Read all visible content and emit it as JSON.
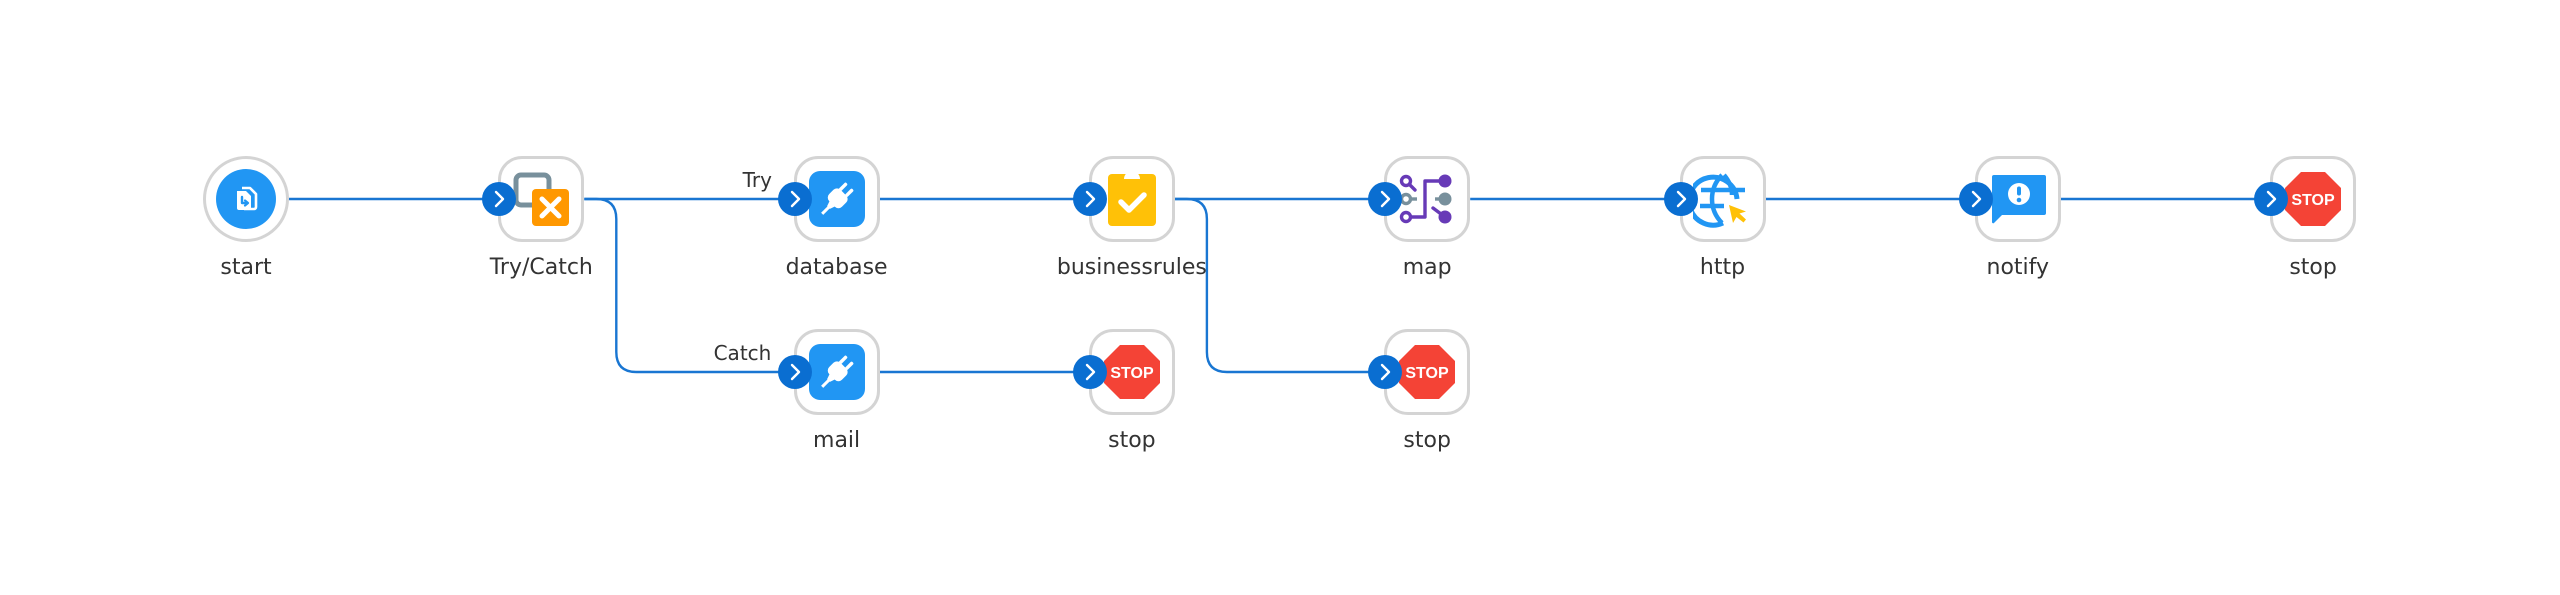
{
  "colors": {
    "edge": "#1976d2",
    "handle": "#0a6ed1",
    "node_border": "#d4d4d4",
    "label_text": "#333333",
    "start_blue": "#2196f3",
    "trycatch_gray": "#78909c",
    "trycatch_orange": "#ff9800",
    "plug_blue": "#2196f3",
    "rules_yellow": "#ffc107",
    "map_purple": "#673ab7",
    "map_gray": "#78909c",
    "http_blue": "#2196f3",
    "http_cursor": "#ffc107",
    "notify_blue": "#2196f3",
    "stop_red": "#f44336"
  },
  "nodes": [
    {
      "id": "start",
      "label": "start",
      "icon": "start-file-icon",
      "row": 0,
      "col": 0,
      "shape": "circle",
      "has_input": false
    },
    {
      "id": "trycatch",
      "label": "Try/Catch",
      "icon": "try-catch-icon",
      "row": 0,
      "col": 1,
      "shape": "rounded",
      "has_input": true
    },
    {
      "id": "database",
      "label": "database",
      "icon": "plug-icon",
      "row": 0,
      "col": 2,
      "shape": "rounded",
      "has_input": true
    },
    {
      "id": "businessrules",
      "label": "businessrules",
      "icon": "clipboard-check-icon",
      "row": 0,
      "col": 3,
      "shape": "rounded",
      "has_input": true
    },
    {
      "id": "map",
      "label": "map",
      "icon": "map-icon",
      "row": 0,
      "col": 4,
      "shape": "rounded",
      "has_input": true
    },
    {
      "id": "http",
      "label": "http",
      "icon": "globe-cursor-icon",
      "row": 0,
      "col": 5,
      "shape": "rounded",
      "has_input": true
    },
    {
      "id": "notify",
      "label": "notify",
      "icon": "alert-message-icon",
      "row": 0,
      "col": 6,
      "shape": "rounded",
      "has_input": true
    },
    {
      "id": "stop1",
      "label": "stop",
      "icon": "stop-sign-icon",
      "row": 0,
      "col": 7,
      "shape": "rounded",
      "has_input": true
    },
    {
      "id": "mail",
      "label": "mail",
      "icon": "plug-icon",
      "row": 1,
      "col": 2,
      "shape": "rounded",
      "has_input": true
    },
    {
      "id": "stop2",
      "label": "stop",
      "icon": "stop-sign-icon",
      "row": 1,
      "col": 3,
      "shape": "rounded",
      "has_input": true
    },
    {
      "id": "stop3",
      "label": "stop",
      "icon": "stop-sign-icon",
      "row": 1,
      "col": 4,
      "shape": "rounded",
      "has_input": true
    }
  ],
  "edges": [
    {
      "from": "start",
      "to": "trycatch",
      "label": ""
    },
    {
      "from": "trycatch",
      "to": "database",
      "label": "Try"
    },
    {
      "from": "trycatch",
      "to": "mail",
      "label": "Catch"
    },
    {
      "from": "database",
      "to": "businessrules",
      "label": ""
    },
    {
      "from": "mail",
      "to": "stop2",
      "label": ""
    },
    {
      "from": "businessrules",
      "to": "map",
      "label": ""
    },
    {
      "from": "businessrules",
      "to": "stop3",
      "label": ""
    },
    {
      "from": "map",
      "to": "http",
      "label": ""
    },
    {
      "from": "http",
      "to": "notify",
      "label": ""
    },
    {
      "from": "notify",
      "to": "stop1",
      "label": ""
    }
  ],
  "stop_text": "STOP"
}
